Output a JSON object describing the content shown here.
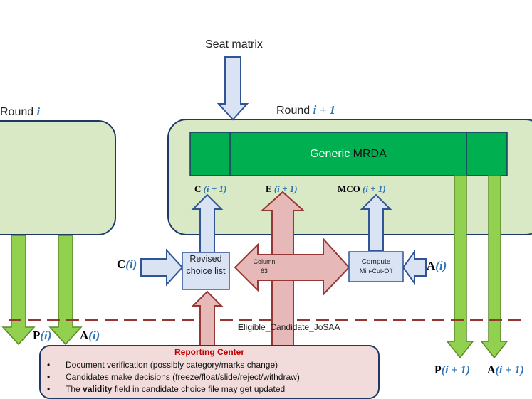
{
  "seat_matrix": "Seat matrix",
  "round_left": {
    "prefix": "Round ",
    "var": "i"
  },
  "round_right": {
    "prefix": "Round ",
    "var": "i + 1"
  },
  "mrda": {
    "prefix": "Generic ",
    "highlight": "MRDA"
  },
  "outputs": {
    "c_next": {
      "sym": "C",
      "arg": "(i + 1)"
    },
    "e_next": {
      "sym": "E",
      "arg": "(i + 1)"
    },
    "mco_next": {
      "sym": "MCO",
      "arg": "(i + 1)"
    }
  },
  "inputs": {
    "c_i": {
      "sym": "C",
      "arg": "(i)"
    },
    "a_i_right": {
      "sym": "A",
      "arg": "(i)"
    }
  },
  "revised_choice": "Revised choice list",
  "column": {
    "line1": "Column",
    "line2": "63"
  },
  "compute": {
    "line1": "Compute",
    "line2": "Min-Cut-Off"
  },
  "eligible": {
    "first": "E",
    "rest": "ligible_Candidate_JoSAA"
  },
  "bottom_left": {
    "p": {
      "sym": "P",
      "arg": "(i)"
    },
    "a": {
      "sym": "A",
      "arg": "(i)"
    }
  },
  "bottom_right": {
    "p": {
      "sym": "P",
      "arg": "(i + 1)"
    },
    "a": {
      "sym": "A",
      "arg": "(i + 1)"
    }
  },
  "reporting": {
    "title": "Reporting Center",
    "bullets": [
      "Document verification (possibly category/marks change)",
      "Candidates make decisions (freeze/float/slide/reject/withdraw)"
    ],
    "bullet3": {
      "pre": "The ",
      "bold": "validity",
      "post": " field in candidate choice file may get updated"
    }
  },
  "colors": {
    "panel_fill": "#d9e8c5",
    "mrda_green": "#00b050",
    "green_arrow": "#92d050",
    "blue_arrow": "#dae3f3",
    "pink_arrow": "#e6b9b8",
    "dashed_line": "#963634",
    "title_red": "#c00000",
    "math_blue": "#2e74b5"
  }
}
